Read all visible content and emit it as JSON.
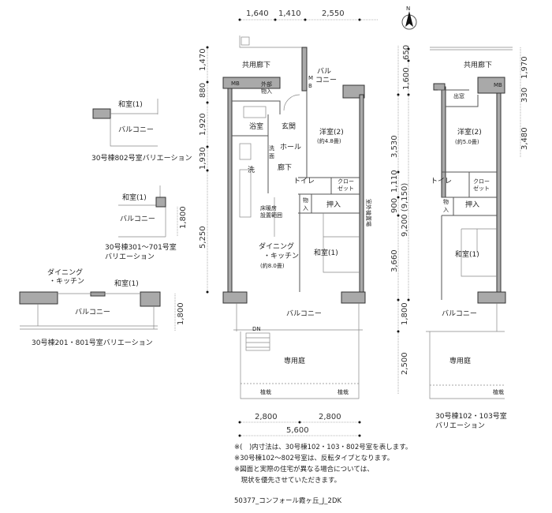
{
  "compass": {
    "label": "N"
  },
  "main_plan": {
    "top_dims": [
      "1,640",
      "1,410",
      "2,550"
    ],
    "left_dims": [
      "1,470",
      "880",
      "1,920",
      "1,930",
      "5,250"
    ],
    "bottom_dims": [
      "2,800",
      "2,800",
      "5,600"
    ],
    "rooms": {
      "corridor": "共用廊下",
      "balcony_top": [
        "バル",
        "コニー"
      ],
      "mb": "MB",
      "outdoor_storage": [
        "外部",
        "物入"
      ],
      "mb_vertical": [
        "M",
        "B"
      ],
      "bath": "浴室",
      "entrance": "玄関",
      "western_room": "洋室(2)",
      "western_room_size": "(約4.8畳)",
      "hall": "ホール",
      "washroom": [
        "洗",
        "面"
      ],
      "laundry": "洗",
      "hallway": "廊下",
      "toilet": "トイレ",
      "closet": [
        "クロー",
        "ゼット"
      ],
      "storage": [
        "物",
        "入"
      ],
      "oshiire": "押入",
      "heater_area": [
        "床暖房",
        "設置範囲"
      ],
      "outdoor_unit": "室外機置場",
      "dining_kitchen": [
        "ダイニング",
        "・キッチン",
        "(約8.0畳)"
      ],
      "japanese_room": "和室(1)",
      "balcony": "バルコニー",
      "dn": "DN",
      "private_garden": "専用庭",
      "planting": "植栽"
    }
  },
  "right_plan": {
    "left_dims": [
      "650",
      "1,600",
      "3,530",
      "1,110",
      "9,200 (9,150)",
      "900",
      "3,660",
      "1,800",
      "2,500"
    ],
    "right_dims": [
      "1,970",
      "330",
      "3,480"
    ],
    "rooms": {
      "corridor": "共用廊下",
      "mb": "MB",
      "bay": "出窓",
      "western_room": "洋室(2)",
      "western_room_size": "(約5.0畳)",
      "toilet": "トイレ",
      "closet": [
        "クロー",
        "ゼット"
      ],
      "storage": [
        "物",
        "入"
      ],
      "oshiire": "押入",
      "japanese_room": "和室(1)",
      "balcony": "バルコニー",
      "private_garden": "専用庭",
      "planting": "植栽"
    },
    "caption": [
      "30号棟102・103号室",
      "バリエーション"
    ]
  },
  "variations": [
    {
      "room": "和室(1)",
      "balcony": "バルコニー",
      "caption": "30号棟802号室バリエーション"
    },
    {
      "room": "和室(1)",
      "balcony": "バルコニー",
      "dim": "1,800",
      "caption": [
        "30号棟301〜701号室",
        "バリエーション"
      ]
    },
    {
      "dining": [
        "ダイニング",
        "・キッチン"
      ],
      "room": "和室(1)",
      "balcony": "バルコニー",
      "dim": "1,800",
      "caption": "30号棟201・801号室バリエーション"
    }
  ],
  "notes": [
    "※(　)内寸法は、30号棟102・103・802号室を表します。",
    "※30号棟102〜802号室は、反転タイプとなります。",
    "※図面と実際の住宅が異なる場合については、",
    "　現状を優先させていただきます。"
  ],
  "footer_id": "50377_コンフォール霞ヶ丘_J_2DK"
}
